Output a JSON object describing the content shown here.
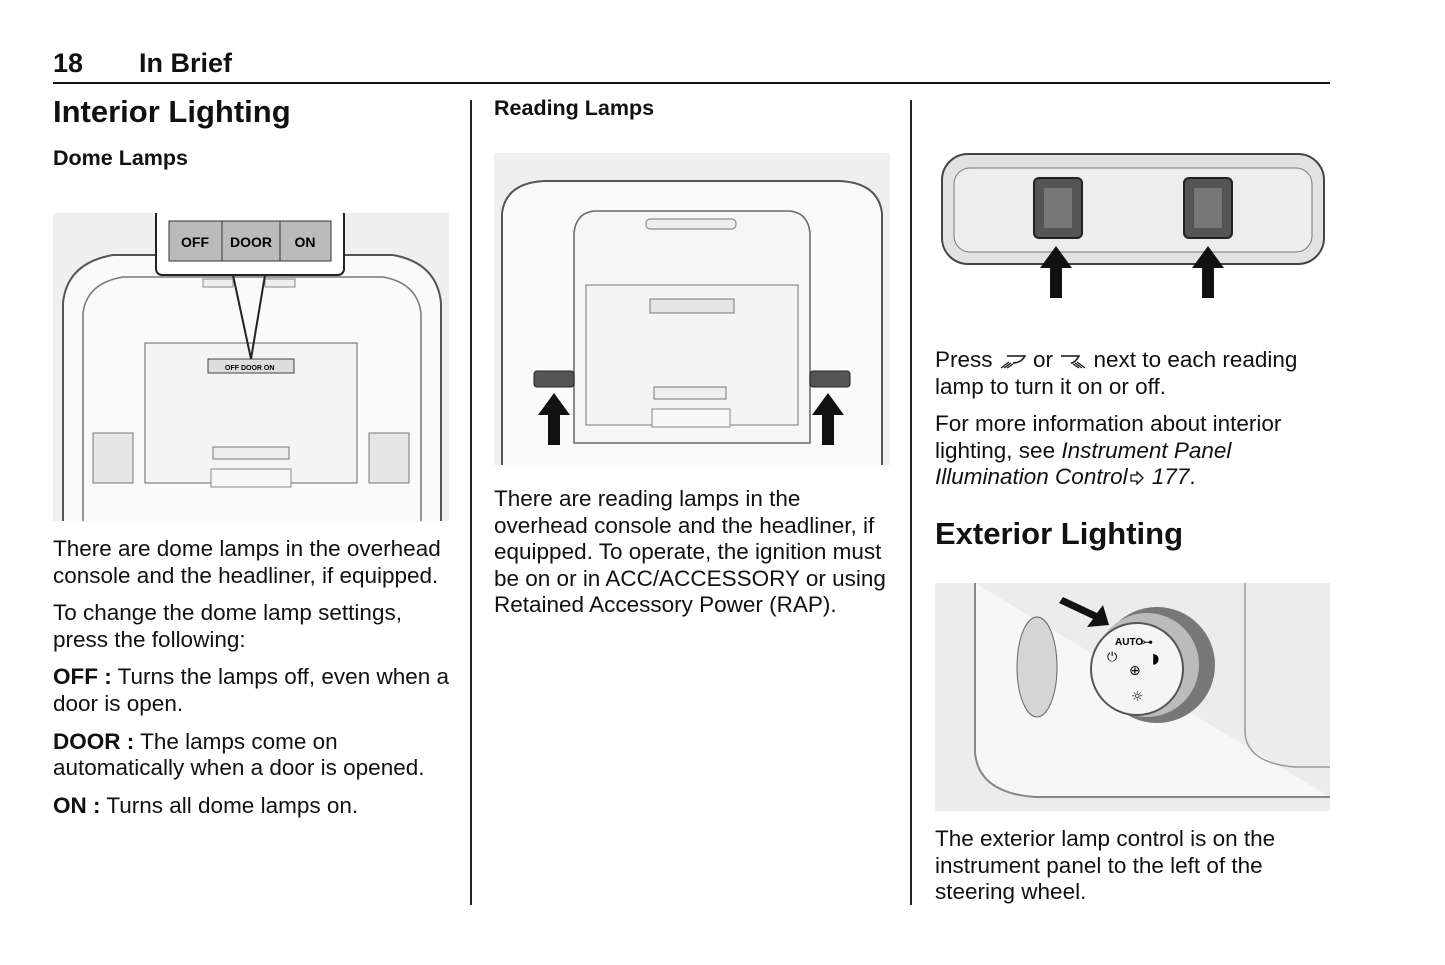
{
  "header": {
    "page_number": "18",
    "section": "In Brief"
  },
  "col1": {
    "title": "Interior Lighting",
    "subtitle": "Dome Lamps",
    "figure_labels": {
      "off": "OFF",
      "door": "DOOR",
      "on": "ON"
    },
    "para1": "There are dome lamps in the overhead console and the headliner, if equipped.",
    "para2": "To change the dome lamp settings, press the following:",
    "items": [
      {
        "term": "OFF :",
        "desc": " Turns the lamps off, even when a door is open."
      },
      {
        "term": "DOOR :",
        "desc": " The lamps come on automatically when a door is opened."
      },
      {
        "term": "ON :",
        "desc": " Turns all dome lamps on."
      }
    ]
  },
  "col2": {
    "subtitle": "Reading Lamps",
    "para1": "There are reading lamps in the overhead console and the headliner, if equipped. To operate, the ignition must be on or in ACC/ACCESSORY or using Retained Accessory Power (RAP)."
  },
  "col3": {
    "press_pre": "Press ",
    "press_or": " or ",
    "press_post": " next to each reading lamp to turn it on or off.",
    "more_pre": "For more information about interior lighting, see ",
    "more_link": "Instrument Panel Illumination Control",
    "more_page": " 177",
    "more_end": ".",
    "exterior_title": "Exterior Lighting",
    "knob_label": "AUTO",
    "exterior_para": "The exterior lamp control is on the instrument panel to the left of the steering wheel."
  }
}
